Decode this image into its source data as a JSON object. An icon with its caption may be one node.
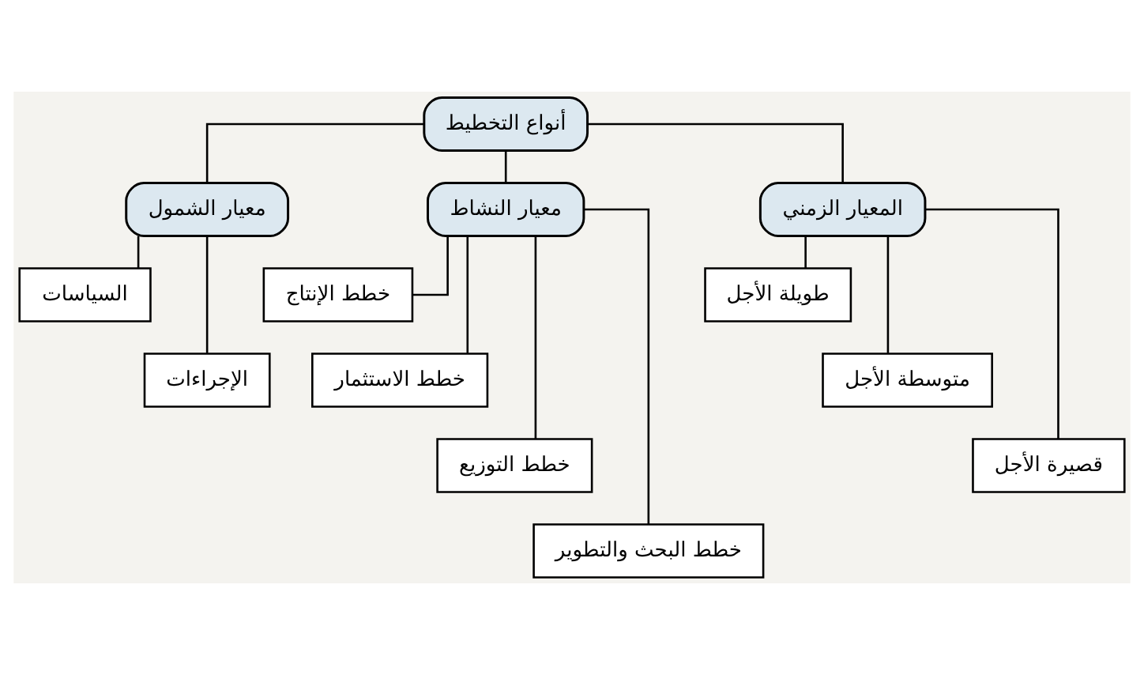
{
  "diagram": {
    "nodes": [
      {
        "text": [
          "أنواع التخطيط"
        ]
      },
      {
        "text": [
          "المعيار الزمني"
        ]
      },
      {
        "text": [
          "معيار النشاط"
        ]
      },
      {
        "text": [
          "معيار الشمول"
        ]
      },
      {
        "text": [
          "طويلة الأجل"
        ]
      },
      {
        "text": [
          "متوسطة الأجل"
        ]
      },
      {
        "text": [
          "قصيرة الأجل"
        ]
      },
      {
        "text": [
          "خطط الإنتاج"
        ]
      },
      {
        "text": [
          "خطط الاستثمار"
        ]
      },
      {
        "text": [
          "خطط التوزيع"
        ]
      },
      {
        "text": [
          "خطط البحث والتطوير"
        ]
      },
      {
        "text": [
          "السياسات"
        ]
      },
      {
        "text": [
          "الإجراءات"
        ]
      }
    ],
    "edges": [
      {
        "from": 0,
        "to": 1,
        "arrow": "none"
      },
      {
        "from": 0,
        "to": 2,
        "arrow": "none"
      },
      {
        "from": 0,
        "to": 3,
        "arrow": "none"
      },
      {
        "from": 1,
        "to": 4,
        "arrow": "none"
      },
      {
        "from": 1,
        "to": 5,
        "arrow": "none"
      },
      {
        "from": 1,
        "to": 6,
        "arrow": "none"
      },
      {
        "from": 2,
        "to": 7,
        "arrow": "none"
      },
      {
        "from": 2,
        "to": 8,
        "arrow": "none"
      },
      {
        "from": 2,
        "to": 9,
        "arrow": "none"
      },
      {
        "from": 2,
        "to": 10,
        "arrow": "none"
      },
      {
        "from": 3,
        "to": 11,
        "arrow": "none"
      },
      {
        "from": 3,
        "to": 12,
        "arrow": "none"
      }
    ]
  }
}
